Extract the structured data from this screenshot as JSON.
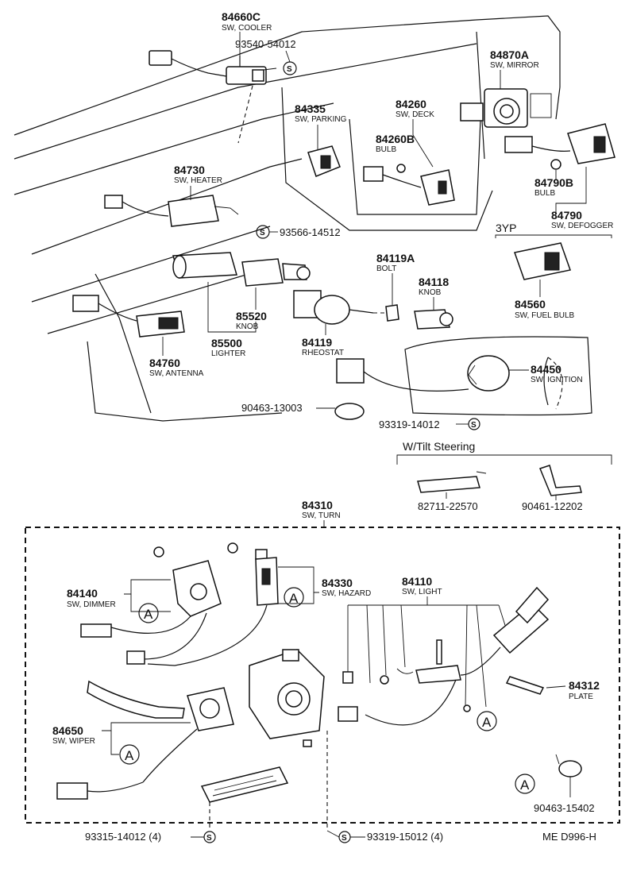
{
  "parts": {
    "p84660c": {
      "number": "84660C",
      "name": "SW, COOLER"
    },
    "p93540": {
      "number": "93540-54012"
    },
    "p84870a": {
      "number": "84870A",
      "name": "SW, MIRROR"
    },
    "p84335": {
      "number": "84335",
      "name": "SW, PARKING"
    },
    "p84260": {
      "number": "84260",
      "name": "SW, DECK"
    },
    "p84260b": {
      "number": "84260B",
      "name": "BULB"
    },
    "p84730": {
      "number": "84730",
      "name": "SW, HEATER"
    },
    "p84790b": {
      "number": "84790B",
      "name": "BULB"
    },
    "p84790": {
      "number": "84790",
      "name": "SW, DEFOGGER"
    },
    "p93566": {
      "number": "93566-14512"
    },
    "p84119a": {
      "number": "84119A",
      "name": "BOLT"
    },
    "p84118": {
      "number": "84118",
      "name": "KNOB"
    },
    "p85520": {
      "number": "85520",
      "name": "KNOB"
    },
    "p85500": {
      "number": "85500",
      "name": "LIGHTER"
    },
    "p84119": {
      "number": "84119",
      "name": "RHEOSTAT"
    },
    "p84560": {
      "number": "84560",
      "name": "SW, FUEL BULB"
    },
    "p84760": {
      "number": "84760",
      "name": "SW, ANTENNA"
    },
    "p84450": {
      "number": "84450",
      "name": "SW, IGNITION"
    },
    "p90463a": {
      "number": "90463-13003"
    },
    "p93319a": {
      "number": "93319-14012"
    },
    "p82711": {
      "number": "82711-22570"
    },
    "p90461": {
      "number": "90461-12202"
    },
    "p84310": {
      "number": "84310",
      "name": "SW, TURN"
    },
    "p84140": {
      "number": "84140",
      "name": "SW, DIMMER"
    },
    "p84330": {
      "number": "84330",
      "name": "SW, HAZARD"
    },
    "p84110": {
      "number": "84110",
      "name": "SW, LIGHT"
    },
    "p84312": {
      "number": "84312",
      "name": "PLATE"
    },
    "p84650": {
      "number": "84650",
      "name": "SW, WIPER"
    },
    "p90463b": {
      "number": "90463-15402"
    },
    "p93315": {
      "number": "93315-14012 (4)"
    },
    "p93319b": {
      "number": "93319-15012 (4)"
    }
  },
  "groups": {
    "variant": "3YP",
    "tilt": "W/Tilt Steering"
  },
  "markers": {
    "a": "A",
    "s": "S"
  },
  "diagram_code": "ME D996-H"
}
